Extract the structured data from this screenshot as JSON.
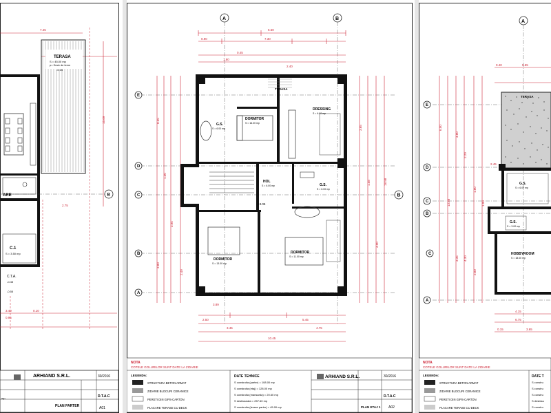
{
  "sheets": [
    {
      "id": "left",
      "terrace_title": "TERASA",
      "terrace_area": "S = 45.00 mp",
      "terrace_note": "p= Deck de lemn",
      "level_tag": "-0.15",
      "room_partial": "ARE",
      "c1_label": "C.1",
      "c1_area": "S = 3.50 mp",
      "cta_label": "C.T.A.",
      "cta_levels": [
        "-0.45",
        "-0.55"
      ],
      "dims": [
        "7.45",
        "0.95",
        "3.40",
        "0.10",
        "2.75",
        "15.69"
      ],
      "axis_b": "B",
      "company": "ARHIAND S.R.L.",
      "date": "30/2016",
      "phase": "D.T.A.C",
      "sheet_title": "PLAN PARTER",
      "sheet_no": "A01",
      "bottom_partial": "mp"
    },
    {
      "id": "center",
      "axes_top": [
        "A",
        "B"
      ],
      "axes_side": [
        "E",
        "D",
        "C",
        "B",
        "A"
      ],
      "axis_b_right": "B",
      "dims_top": [
        "5.50",
        "7.30",
        "0.90",
        "0.45",
        "1.80",
        "2.40"
      ],
      "dims_bottom": [
        "2.50",
        "3.45",
        "5.45",
        "10.45",
        "3.89",
        "4.75"
      ],
      "dims_left": [
        "8.55",
        "1.50",
        "3.95",
        "3.80",
        "2.49"
      ],
      "dims_right": [
        "3.65",
        "1.58",
        "4.90",
        "18.98"
      ],
      "terrace_label": "TERASA",
      "rooms": [
        {
          "name": "G.S.",
          "area": "S = 6.00 mp"
        },
        {
          "name": "DORMITOR",
          "area": "S = 16.00 mp"
        },
        {
          "name": "DRESSING",
          "area": "S = 6.00 mp"
        },
        {
          "name": "HOL",
          "area": "S = 6.00 mp"
        },
        {
          "name": "G.S.",
          "area": "S = 6.00 mp"
        },
        {
          "name": "DORMITOR",
          "area": "S = 13.00 mp"
        },
        {
          "name": "DORMITOR",
          "area": "S = 11.00 mp"
        }
      ],
      "level_tag": "+3.05",
      "note_title": "NOTA",
      "note_text": "COTELE GOLURILOR SUNT DATE LA ZIDARIE",
      "legend_title": "LEGENDA:",
      "legend_items": [
        "STRUCTURA BETON ARMAT",
        "ZIDARIE BLOCURI CERAMICE",
        "PERETI DIN GIPS-CARTON",
        "PLACARE TERASE CU DECK"
      ],
      "tech_title": "DATE TEHNICE",
      "tech_rows": [
        "S construita (parter) = 108.00 mp",
        "S construita (etaj) = 128.00 mp",
        "S construita (mansarda) = 20.60 mp",
        "S desfasurata = 257.60 mp",
        "S construita (terase parter) = 45.00 mp"
      ],
      "company": "ARHIAND S.R.L.",
      "date": "30/2016",
      "phase": "D.T.A.C",
      "sheet_title": "PLAN ETAJ 1",
      "sheet_no": "A02"
    },
    {
      "id": "right",
      "axes_top": [
        "A"
      ],
      "axes_side": [
        "E",
        "D",
        "C",
        "B",
        "C",
        "A"
      ],
      "dims": [
        "0.40",
        "5.55",
        "6.50",
        "2.45",
        "4.80",
        "2.20",
        "1.80",
        "1.00",
        "13.88",
        "3.35",
        "4.30",
        "2.80",
        "4.15",
        "6.75",
        "0.15",
        "3.65"
      ],
      "rooms": [
        {
          "name": "TERASA",
          "area": ""
        },
        {
          "name": "G.S.",
          "area": "S = 6.00 mp"
        },
        {
          "name": "G.S.",
          "area": "S = 3.00 mp"
        },
        {
          "name": "HOBBYROOM",
          "area": "S = 18.00 mp"
        }
      ],
      "note_title": "NOTA",
      "note_text": "COTELE GOLURILOR SUNT DATE LA ZIDARIE",
      "legend_title": "LEGENDA:",
      "legend_items": [
        "STRUCTURA BETON ARMAT",
        "ZIDARIE BLOCURI CERAMICE",
        "PERETI DIN GIPS-CARTON",
        "PLACARE TERASE CU DECK"
      ],
      "tech_title": "DATE T",
      "tech_rows": [
        "S constru",
        "S constru",
        "S constru",
        "S desfasu",
        "S constru"
      ]
    }
  ],
  "colors": {
    "dimension": "#cc2233",
    "wall": "#111111",
    "hatch": "#9a9a9a",
    "grid_axis": "#444444"
  }
}
